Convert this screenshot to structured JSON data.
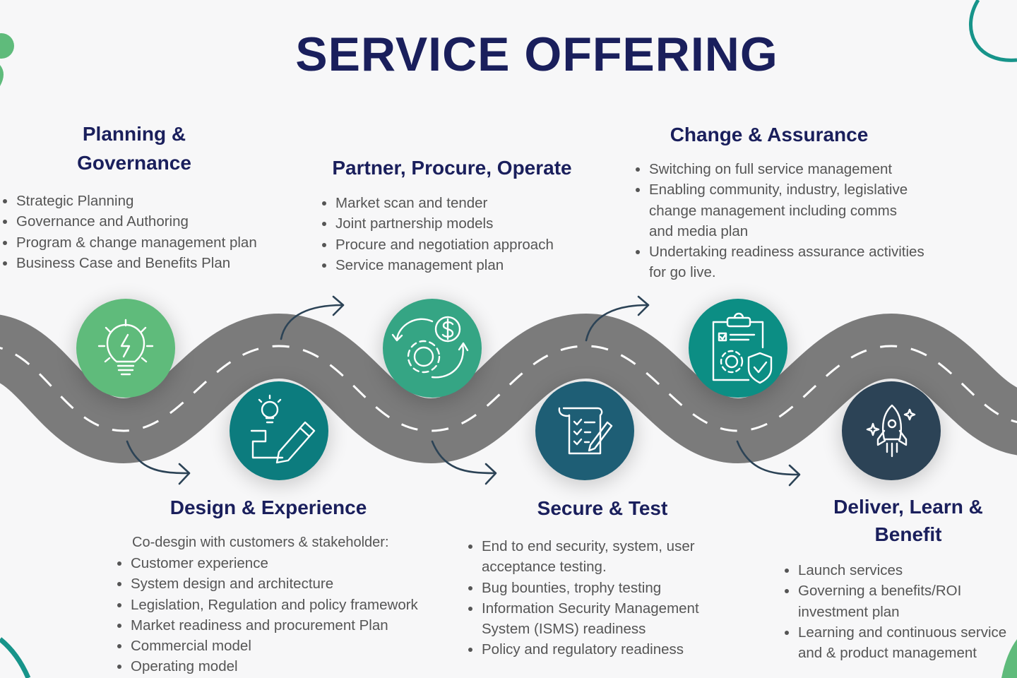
{
  "title": "SERVICE OFFERING",
  "stages": [
    {
      "title": "Planning & Governance",
      "items": [
        "Strategic Planning",
        "Governance and Authoring",
        "Program & change management plan",
        "Business Case and Benefits Plan"
      ]
    },
    {
      "title": "Design & Experience",
      "intro": "Co-desgin with customers & stakeholder:",
      "items": [
        "Customer experience",
        "System design and architecture",
        "Legislation, Regulation and policy framework",
        "Market readiness and procurement Plan",
        "Commercial model",
        "Operating model"
      ]
    },
    {
      "title": "Partner, Procure, Operate",
      "items": [
        "Market scan and tender",
        "Joint partnership models",
        "Procure and negotiation approach",
        "Service management plan"
      ]
    },
    {
      "title": "Secure & Test",
      "items": [
        "End to end security, system, user acceptance testing.",
        "Bug bounties, trophy testing",
        "Information Security Management System (ISMS) readiness",
        "Policy and regulatory readiness"
      ]
    },
    {
      "title": "Change & Assurance",
      "items": [
        "Switching on full service management",
        "Enabling community, industry, legislative change management including comms and media plan",
        "Undertaking readiness assurance activities for go live."
      ]
    },
    {
      "title": "Deliver, Learn & Benefit",
      "items": [
        "Launch services",
        "Governing a benefits/ROI investment plan",
        "Learning and continuous service and & product management"
      ]
    }
  ],
  "icons": [
    "lightbulb-icon",
    "design-pencil-icon",
    "gear-dollar-cycle-icon",
    "checklist-pen-icon",
    "clipboard-shield-icon",
    "rocket-icon"
  ],
  "colors": {
    "title": "#1a1f5c",
    "road": "#7b7b7b",
    "green": "#5fbb7b",
    "teal": "#0c7c7e",
    "medium_green": "#35a584",
    "blue_teal": "#1e5e75",
    "dark_slate": "#2c4356",
    "teal_accent": "#17948a"
  }
}
